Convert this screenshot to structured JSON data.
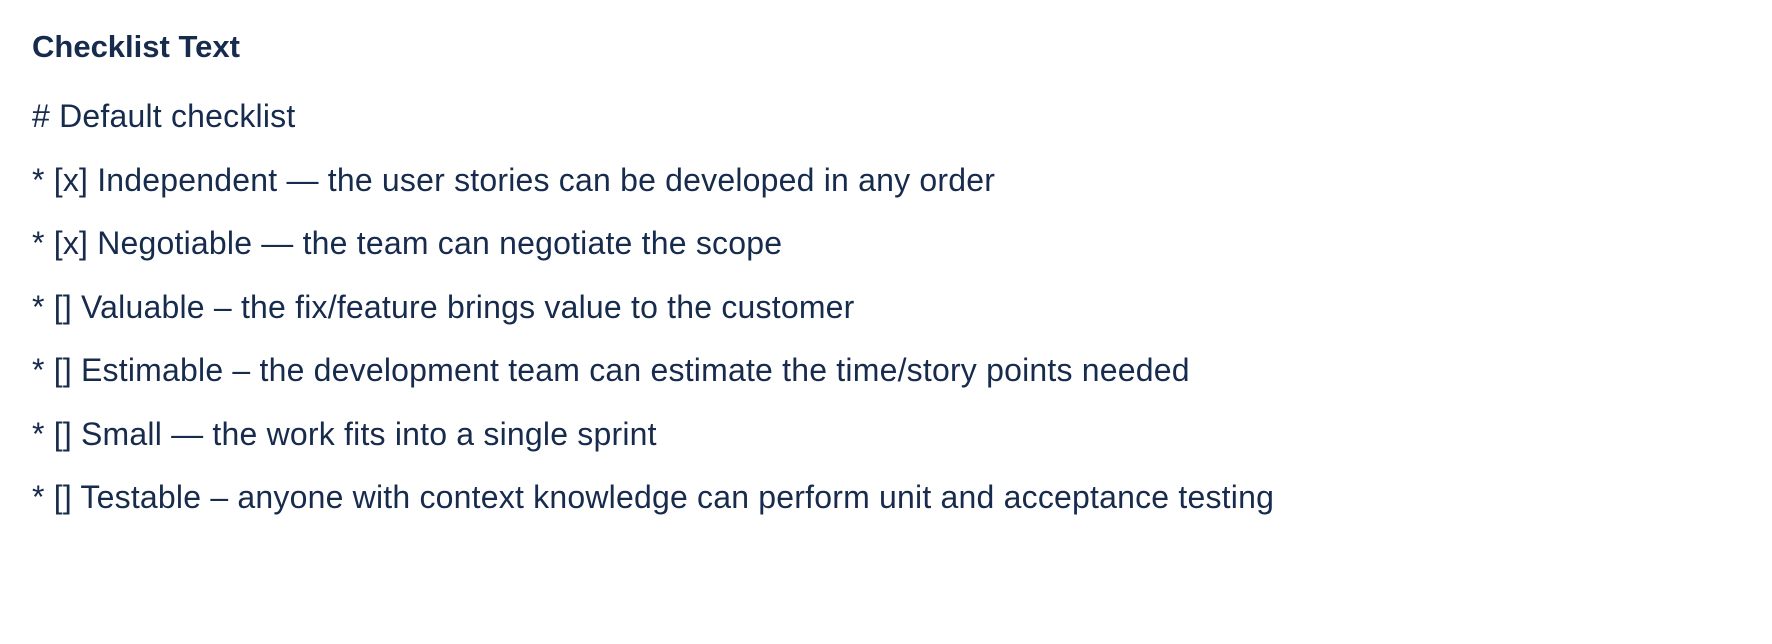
{
  "panel": {
    "title": "Checklist Text",
    "text_color": "#172b4d",
    "lines": [
      "# Default checklist",
      "* [x] Independent — the user stories can be developed in any order",
      "* [x] Negotiable — the team can negotiate the scope",
      "* [] Valuable – the fix/feature brings value to the customer",
      "* [] Estimable – the development team can estimate the time/story points needed",
      "* [] Small — the work fits into a single sprint",
      "* [] Testable – anyone with context knowledge can perform unit and acceptance testing"
    ]
  }
}
